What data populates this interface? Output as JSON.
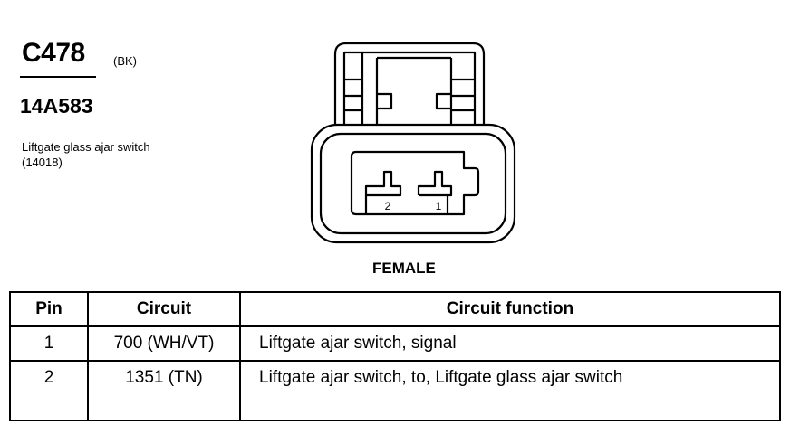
{
  "connector": {
    "id": "C478",
    "color": "(BK)",
    "part_number": "14A583",
    "component": "Liftgate glass ajar switch (14018)",
    "gender": "FEMALE"
  },
  "diagram": {
    "pin_labels": [
      "2",
      "1"
    ]
  },
  "table": {
    "headers": {
      "pin": "Pin",
      "circuit": "Circuit",
      "function": "Circuit function"
    },
    "rows": [
      {
        "pin": "1",
        "circuit": "700 (WH/VT)",
        "function": "Liftgate ajar switch, signal"
      },
      {
        "pin": "2",
        "circuit": "1351 (TN)",
        "function": "Liftgate ajar switch, to, Liftgate glass ajar switch"
      }
    ]
  }
}
